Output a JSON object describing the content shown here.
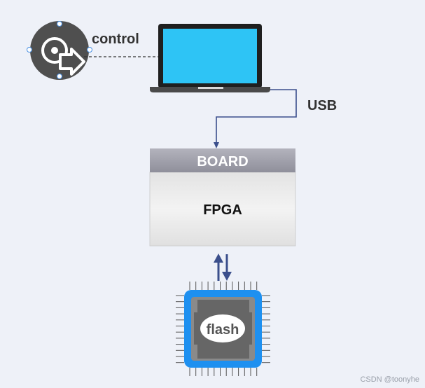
{
  "diagram": {
    "labels": {
      "control": "control",
      "usb": "USB",
      "board_title": "BOARD",
      "board_chip": "FPGA",
      "flash": "flash"
    },
    "watermark": "CSDN @toonyhe"
  },
  "colors": {
    "background": "#eef1f8",
    "link_line": "#3b4f8c",
    "screen": "#2ec4f5",
    "flash_frame": "#1e90f0",
    "chip_body": "#666666",
    "board_header": "#9c9ca8",
    "board_body": "#ededed",
    "control_icon": "#4f4f4f"
  },
  "icons": {
    "control": "disc-export-icon",
    "computer": "laptop-icon",
    "memory": "chip-icon"
  }
}
